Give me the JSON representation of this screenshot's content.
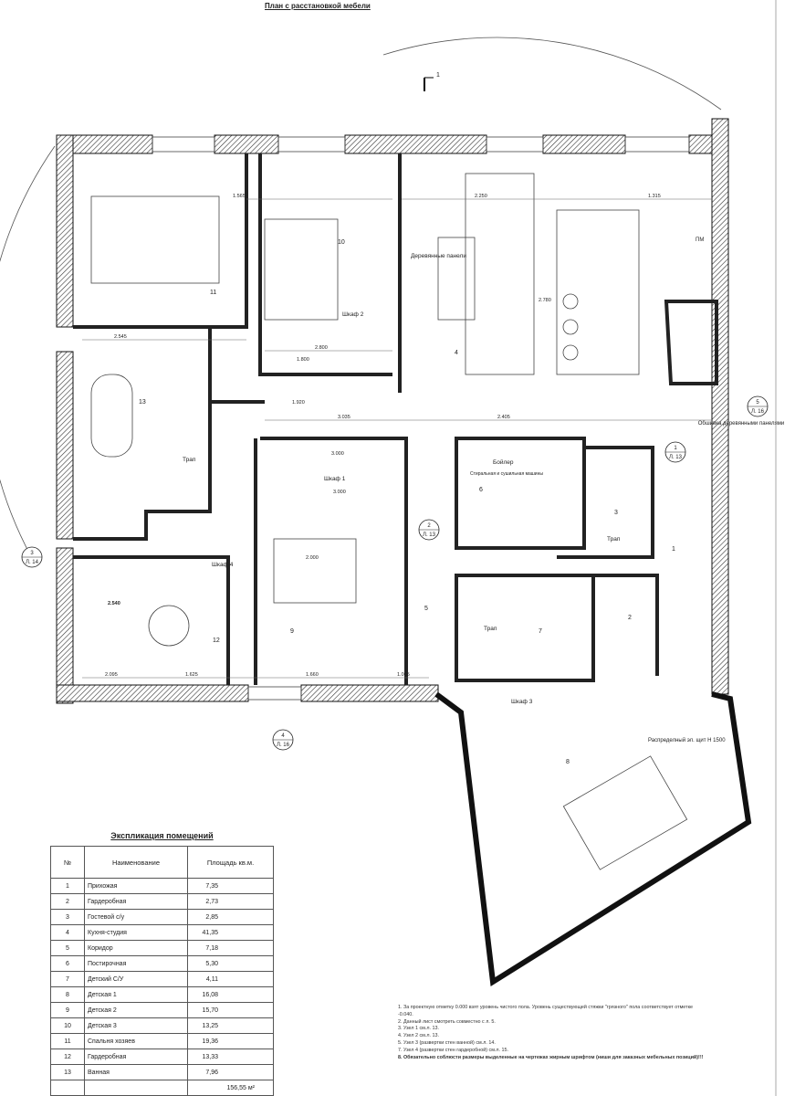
{
  "title": "План с расстановкой мебели",
  "section_mark": "1",
  "rooms": [
    "1",
    "2",
    "3",
    "4",
    "5",
    "6",
    "7",
    "8",
    "9",
    "10",
    "11",
    "12",
    "13"
  ],
  "labels": {
    "panels": "Деревянные панели",
    "wardrobe1": "Шкаф 1",
    "wardrobe2": "Шкаф 2",
    "wardrobe3": "Шкаф 3",
    "wardrobe4": "Шкаф 4",
    "boiler": "Бойлер",
    "washers": "Стиральная и сушильная машины",
    "drain": "Трап",
    "cladding": "Обшивка деревянными панелями",
    "panelboard": "Распределный эл. щит Н 1500",
    "dishwasher": "ПМ"
  },
  "callouts": [
    {
      "num": "1",
      "sheet": "Л. 13"
    },
    {
      "num": "2",
      "sheet": "Л. 13"
    },
    {
      "num": "3",
      "sheet": "Л. 14"
    },
    {
      "num": "4",
      "sheet": "Л. 16"
    },
    {
      "num": "5",
      "sheet": "Л. 16"
    }
  ],
  "dimensions": [
    "2.545",
    "2.800",
    "1.565",
    "2.250",
    "1.315",
    "3.035",
    "2.405",
    "1.660",
    "3.000",
    "2.000",
    "1.625",
    "2.095",
    "1.065",
    "2.540",
    "1.920",
    "3.000",
    "2.780",
    "1.800"
  ],
  "legend": {
    "title": "Экспликация помещений",
    "headers": [
      "№",
      "Наименование",
      "Площадь кв.м."
    ],
    "rows": [
      [
        "1",
        "Прихожая",
        "7,35"
      ],
      [
        "2",
        "Гардеробная",
        "2,73"
      ],
      [
        "3",
        "Гостевой с/у",
        "2,85"
      ],
      [
        "4",
        "Кухня-студия",
        "41,35"
      ],
      [
        "5",
        "Коридор",
        "7,18"
      ],
      [
        "6",
        "Постирочная",
        "5,30"
      ],
      [
        "7",
        "Детский С/У",
        "4,11"
      ],
      [
        "8",
        "Детская 1",
        "16,08"
      ],
      [
        "9",
        "Детская 2",
        "15,70"
      ],
      [
        "10",
        "Детская 3",
        "13,25"
      ],
      [
        "11",
        "Спальня хозяев",
        "19,36"
      ],
      [
        "12",
        "Гардеробная",
        "13,33"
      ],
      [
        "13",
        "Ванная",
        "7,96"
      ]
    ],
    "total": "156,55 м²"
  },
  "notes": [
    "1. За проектную отметку 0.000 взят уровень чистого пола. Уровень существующей стяжки \"грязного\" пола соответствует отметке -0.040.",
    "2. Данный лист смотреть совместно с л. 5.",
    "3. Узел 1 см.л. 13.",
    "4. Узел 2 см.л. 13.",
    "5. Узел 3 (развертки стен ванной) см.л. 14.",
    "7. Узел 4 (развертки стен гардеробной) см.л. 15.",
    "8. Обязательно соблюсти размеры выделенные на чертежах жирным шрифтом (ниши для заказных мебельных позиций)!!!"
  ]
}
